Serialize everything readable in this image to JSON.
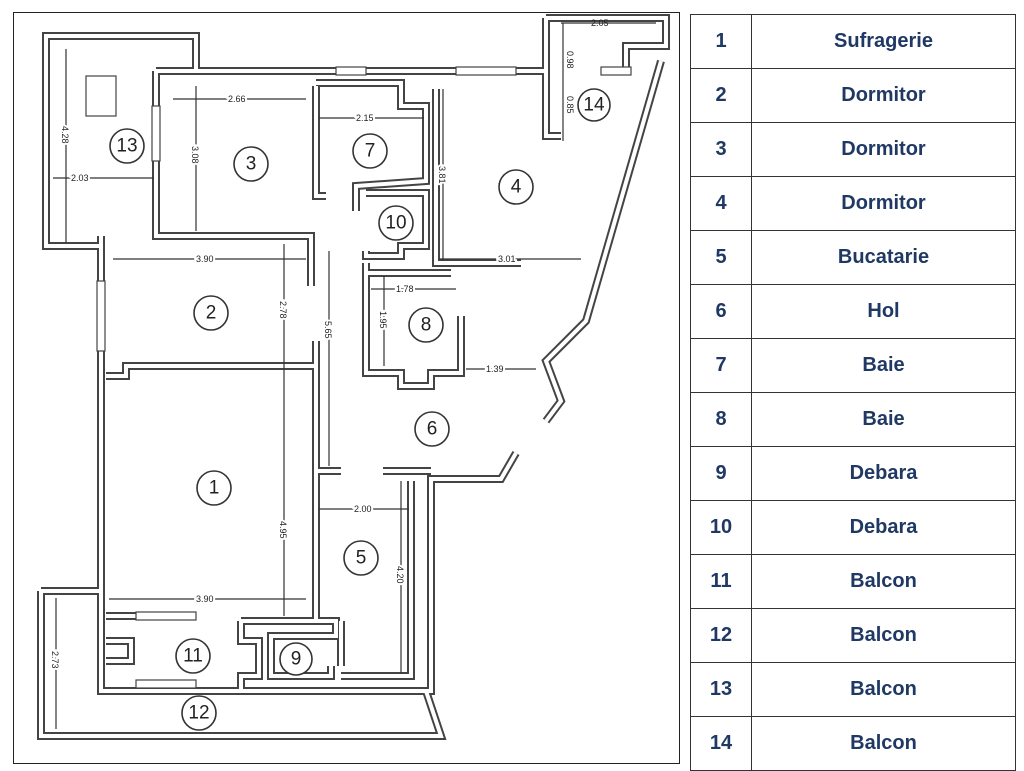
{
  "legend": [
    {
      "num": "1",
      "name": "Sufragerie"
    },
    {
      "num": "2",
      "name": "Dormitor"
    },
    {
      "num": "3",
      "name": "Dormitor"
    },
    {
      "num": "4",
      "name": "Dormitor"
    },
    {
      "num": "5",
      "name": "Bucatarie"
    },
    {
      "num": "6",
      "name": "Hol"
    },
    {
      "num": "7",
      "name": "Baie"
    },
    {
      "num": "8",
      "name": "Baie"
    },
    {
      "num": "9",
      "name": "Debara"
    },
    {
      "num": "10",
      "name": "Debara"
    },
    {
      "num": "11",
      "name": "Balcon"
    },
    {
      "num": "12",
      "name": "Balcon"
    },
    {
      "num": "13",
      "name": "Balcon"
    },
    {
      "num": "14",
      "name": "Balcon"
    }
  ],
  "plan": {
    "rooms": [
      "1",
      "2",
      "3",
      "4",
      "5",
      "6",
      "7",
      "8",
      "9",
      "10",
      "11",
      "12",
      "13",
      "14"
    ],
    "dimensions": [
      "2.05",
      "0.98",
      "0.85",
      "2.66",
      "2.15",
      "4.28",
      "2.03",
      "3.08",
      "3.81",
      "3.90",
      "2.78",
      "5.65",
      "3.01",
      "1.78",
      "1.95",
      "1.39",
      "4.95",
      "2.00",
      "4.20",
      "3.90",
      "2.73"
    ]
  },
  "colors": {
    "legend_text": "#1f3864",
    "walls": "#444444"
  }
}
